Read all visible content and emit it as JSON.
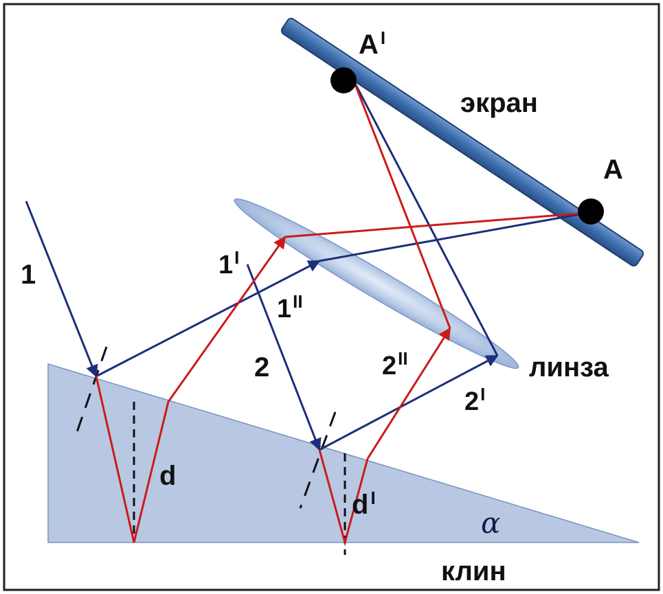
{
  "labels": {
    "beam_1": "1",
    "beam_2": "2",
    "ray_1_prime": "1",
    "ray_1_double_prime": "1",
    "ray_2_prime": "2",
    "ray_2_double_prime": "2",
    "mark_single": "I",
    "mark_double": "II",
    "point_A": "A",
    "point_A_prime": "A",
    "thickness_d": "d",
    "thickness_d_prime": "d",
    "angle": "α",
    "screen": "экран",
    "lens": "линза",
    "wedge": "клин"
  },
  "colors": {
    "wedge_fill": "#b9c8e2",
    "screen_fill": "#3f6fae",
    "lens_fill": "#a9c0e0",
    "blue_ray": "#1b2f7a",
    "red_ray": "#cc1a1a"
  }
}
